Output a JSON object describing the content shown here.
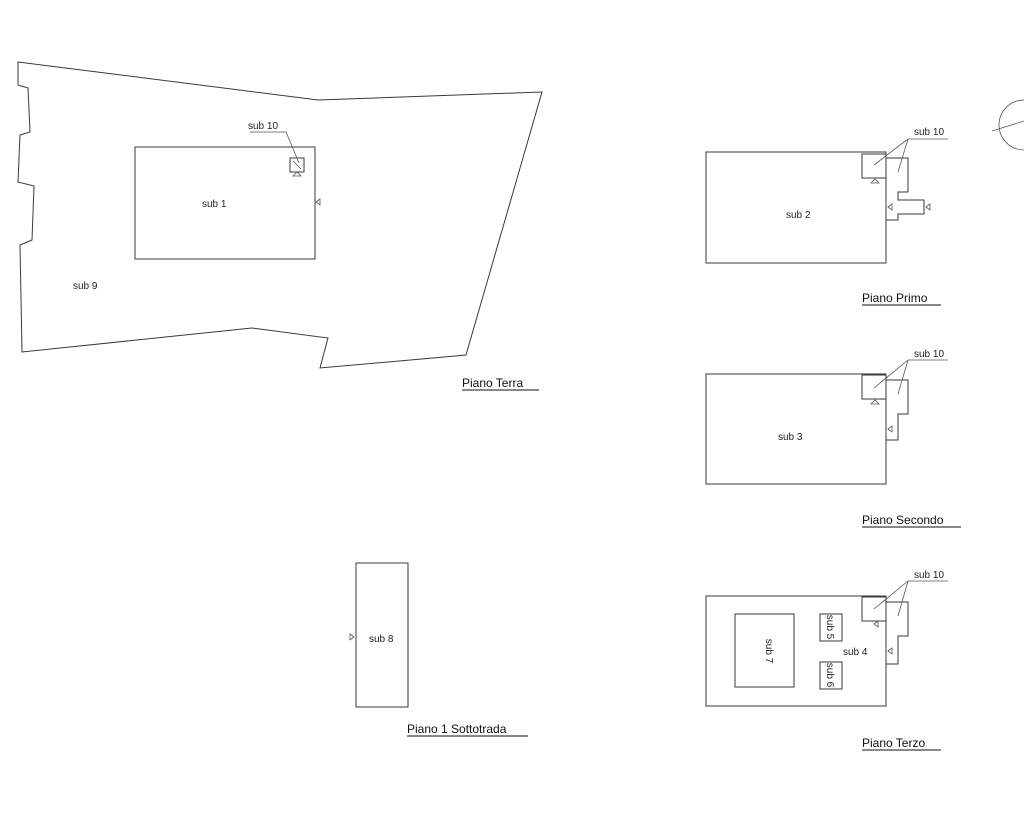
{
  "floors": {
    "ground": {
      "title": "Piano Terra",
      "labels": {
        "outer": "sub 9",
        "building": "sub 1",
        "stair": "sub 10"
      }
    },
    "first": {
      "title": "Piano Primo",
      "labels": {
        "main": "sub 2",
        "stair": "sub 10"
      }
    },
    "second": {
      "title": "Piano Secondo",
      "labels": {
        "main": "sub 3",
        "stair": "sub 10"
      }
    },
    "third": {
      "title": "Piano Terzo",
      "labels": {
        "main": "sub 4",
        "room_a": "sub 7",
        "room_b": "sub 5",
        "room_c": "sub 6",
        "stair": "sub 10"
      }
    },
    "basement": {
      "title": "Piano 1 Sottotrada",
      "labels": {
        "main": "sub 8"
      }
    }
  }
}
